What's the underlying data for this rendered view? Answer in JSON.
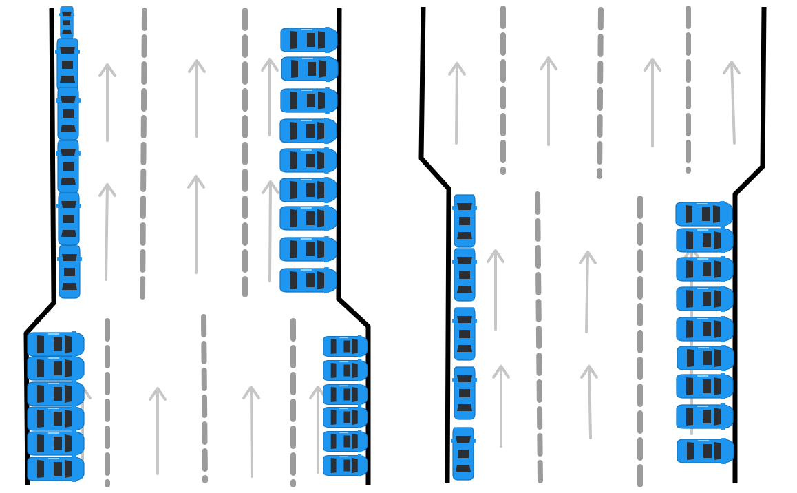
{
  "panels": [
    {
      "name": "left-road",
      "narrowing": "upper-section-narrower",
      "parked_left_upper": 6,
      "parked_right_upper": 9,
      "parked_left_lower": 6,
      "parked_right_lower": 6
    },
    {
      "name": "right-road",
      "narrowing": "lower-section-narrower",
      "parked_left_lower": 5,
      "parked_right_lower": 9
    }
  ],
  "colors": {
    "curb": "#000000",
    "lane_marking": "#9b9b9b",
    "direction_arrow": "#c6c6c6",
    "car_body": "#1e96f0",
    "car_window": "#2b2f33",
    "background": "#ffffff"
  },
  "icons": {
    "car": "car-icon",
    "arrow": "arrow-up-icon"
  }
}
